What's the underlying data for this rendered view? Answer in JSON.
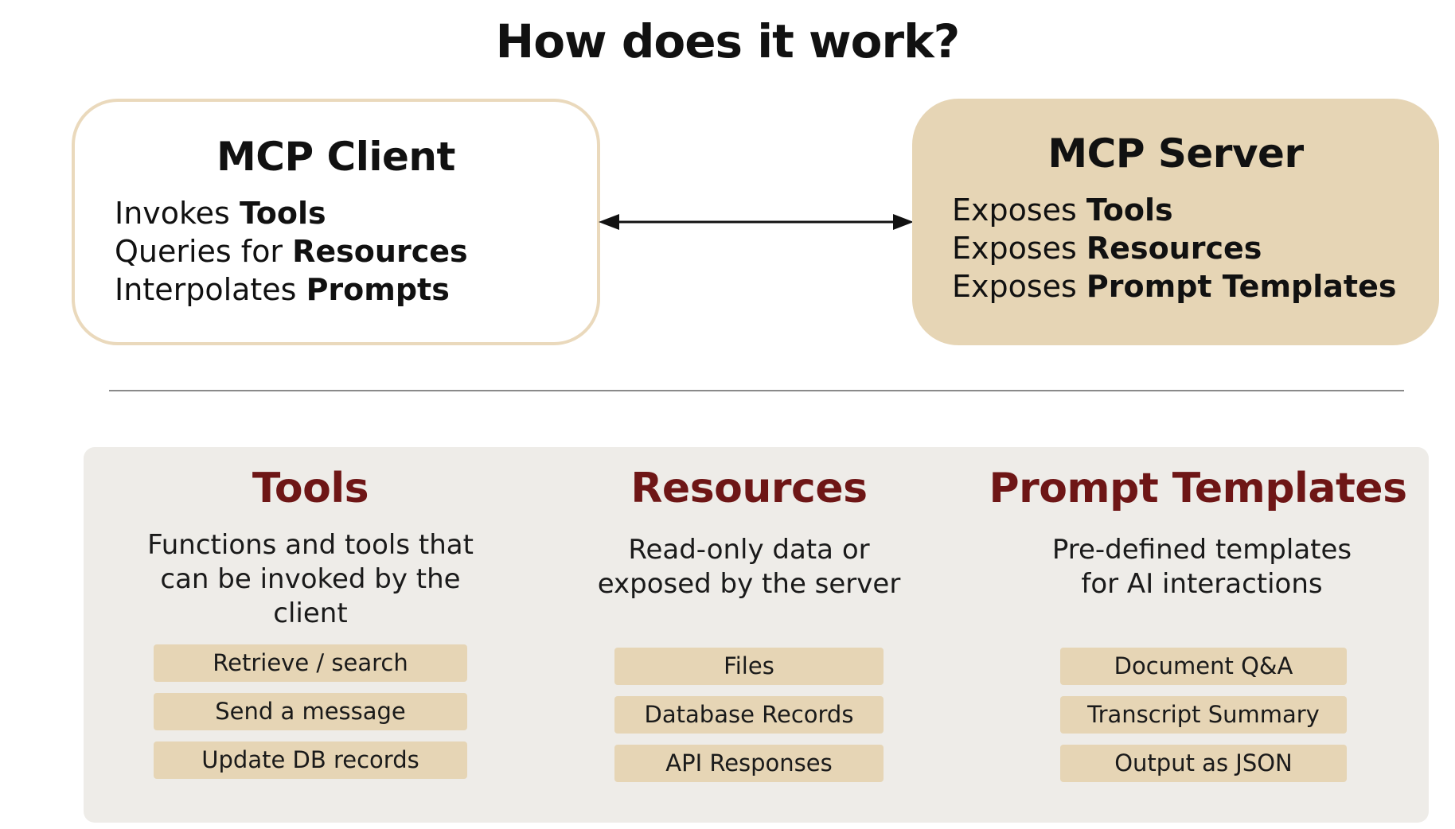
{
  "title": "How does it work?",
  "client": {
    "heading": "MCP Client",
    "lines": [
      {
        "prefix": "Invokes ",
        "bold": "Tools"
      },
      {
        "prefix": "Queries for ",
        "bold": "Resources"
      },
      {
        "prefix": "Interpolates ",
        "bold": "Prompts"
      }
    ]
  },
  "server": {
    "heading": "MCP Server",
    "lines": [
      {
        "prefix": "Exposes ",
        "bold": "Tools"
      },
      {
        "prefix": "Exposes ",
        "bold": "Resources"
      },
      {
        "prefix": "Exposes ",
        "bold": "Prompt Templates"
      }
    ]
  },
  "columns": [
    {
      "heading": "Tools",
      "description": [
        "Functions and tools that",
        "can be invoked by the",
        "client"
      ],
      "items": [
        "Retrieve / search",
        "Send a message",
        "Update DB records"
      ]
    },
    {
      "heading": "Resources",
      "description": [
        "Read-only data or",
        "exposed by the server"
      ],
      "items": [
        "Files",
        "Database Records",
        "API Responses"
      ]
    },
    {
      "heading": "Prompt Templates",
      "description": [
        "Pre-defined templates",
        "for AI interactions"
      ],
      "items": [
        "Document Q&A",
        "Transcript Summary",
        "Output as JSON"
      ]
    }
  ],
  "colors": {
    "accent_dark_red": "#6e1616",
    "tan": "#e6d5b5",
    "tan_border": "#ead9bc",
    "panel_gray": "#eeece8"
  }
}
